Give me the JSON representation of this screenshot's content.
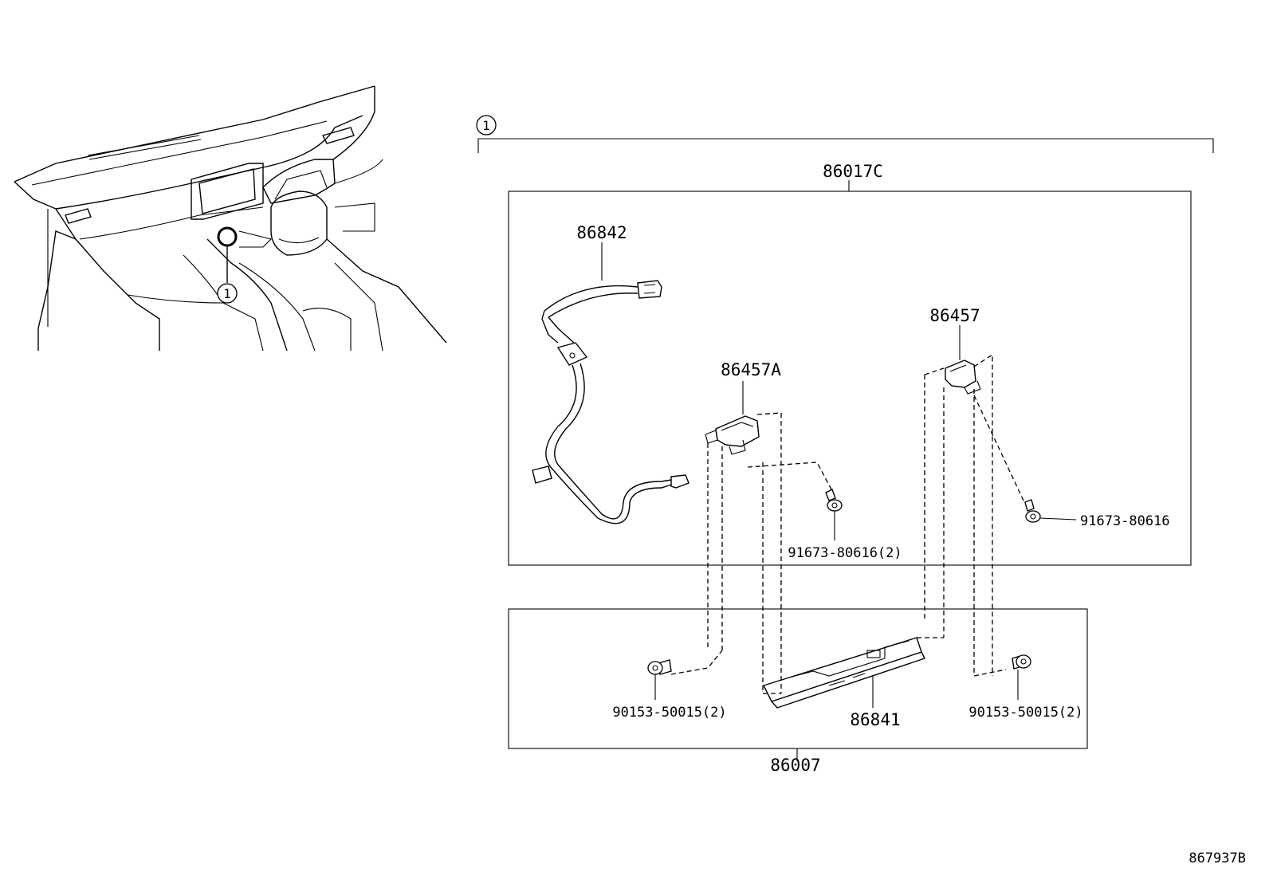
{
  "callout": {
    "number": "1"
  },
  "assemblies": {
    "outer_kit": {
      "part_no": "86017C"
    },
    "lower_kit": {
      "part_no": "86007"
    }
  },
  "parts": {
    "usb_harness": "86842",
    "bracket_a": "86457A",
    "bracket": "86457",
    "screw_a": "91673-80616(2)",
    "screw_b": "91673-80616",
    "bolt_left": "90153-50015(2)",
    "bolt_right": "90153-50015(2)",
    "usb_unit": "86841"
  },
  "illustration_ref": "867937B"
}
